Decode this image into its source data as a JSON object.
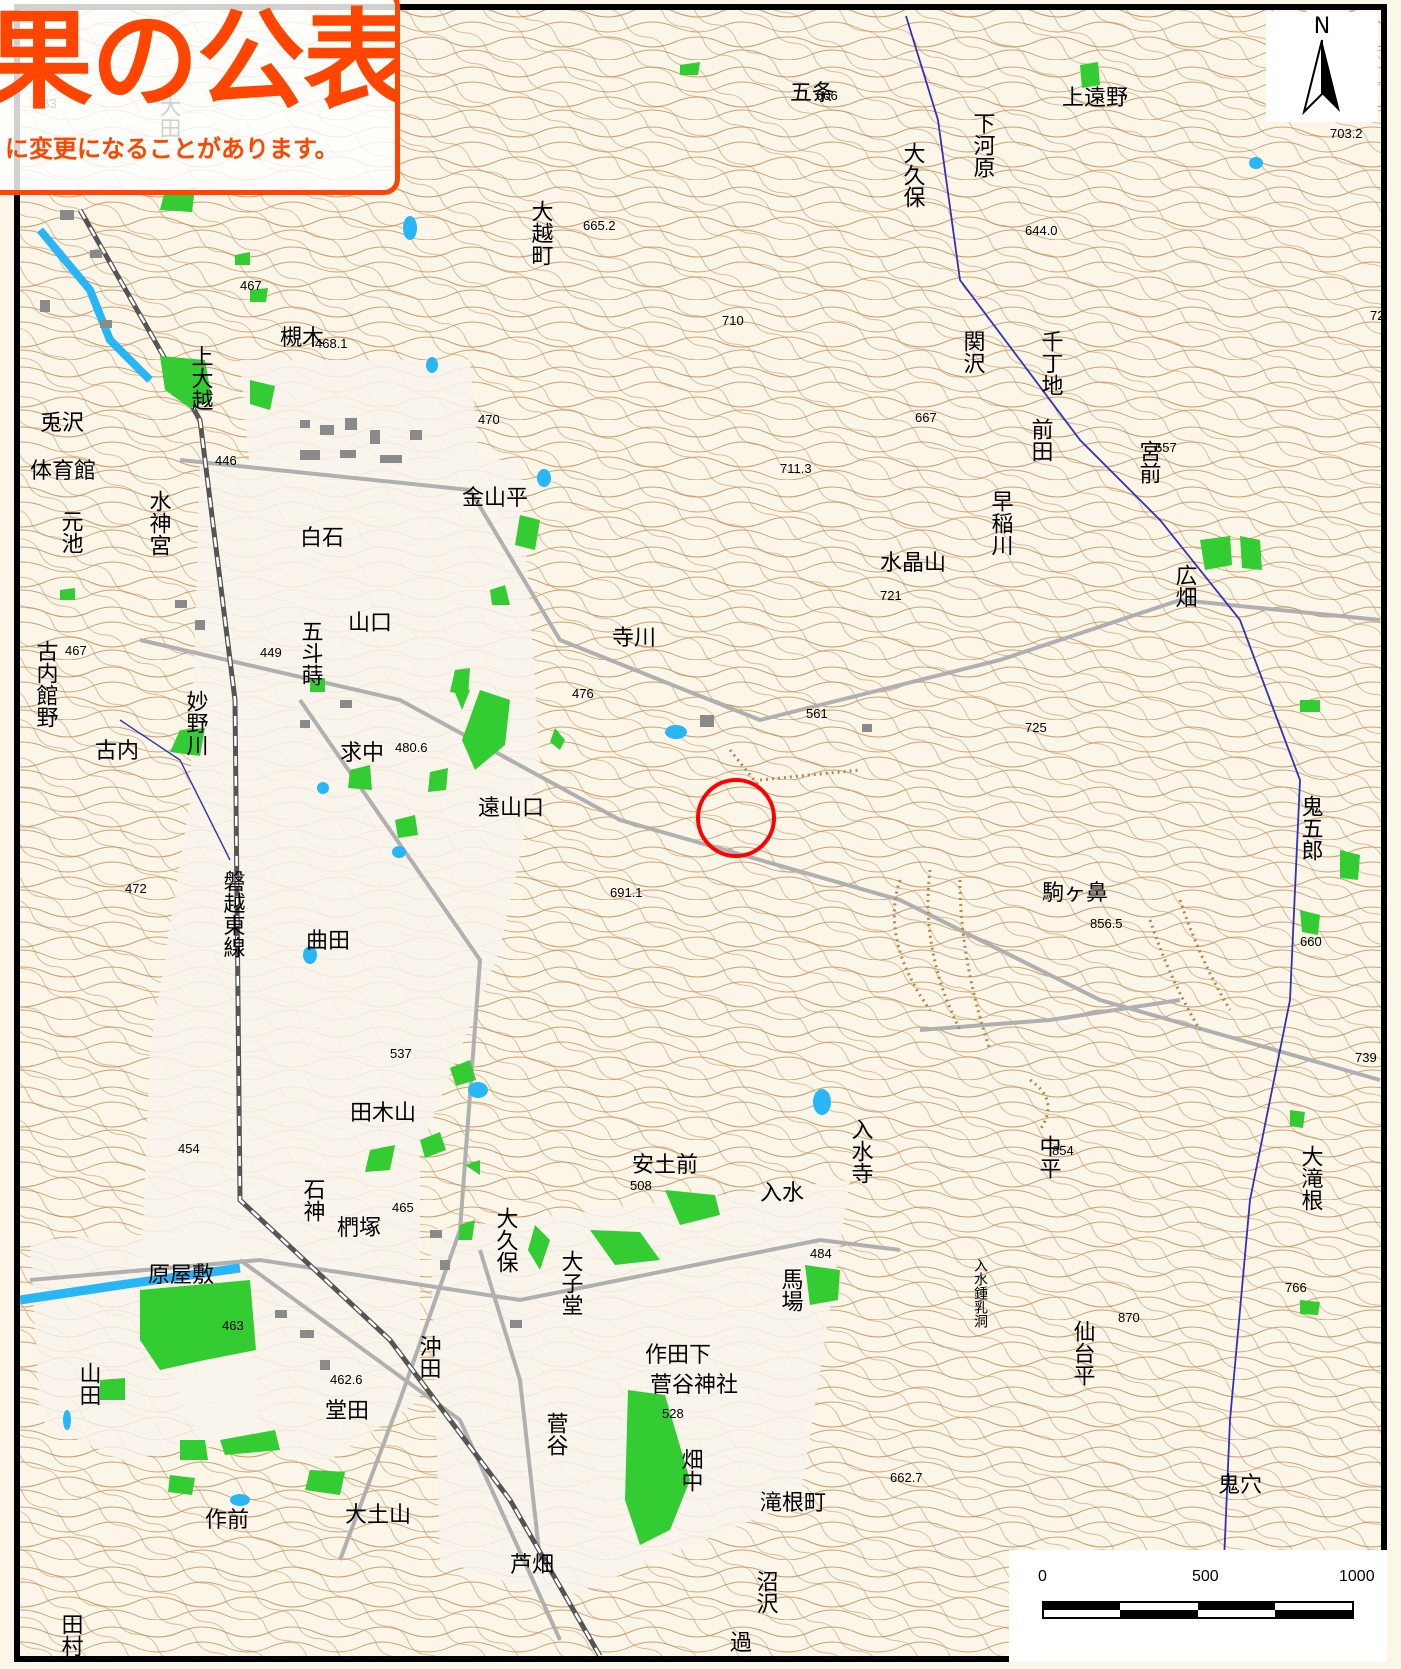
{
  "notice": {
    "headline": "果の公表",
    "subtext": "に変更になることがあります。"
  },
  "north_arrow": {
    "letter": "N"
  },
  "scale_bar": {
    "ticks": [
      "0",
      "500",
      "1000"
    ]
  },
  "colors": {
    "contour": "#c9a072",
    "background": "#fbf6e8",
    "vegetation": "#33cc33",
    "water": "#29b6f6",
    "river": "#3232b8",
    "notice": "#ff4500",
    "marker": "#ff0000",
    "label": "#000000",
    "road": "#b0b0b0"
  },
  "place_labels": [
    {
      "text": "大田",
      "vertical": true
    },
    {
      "text": "五条",
      "vertical": false
    },
    {
      "text": "上遠野",
      "vertical": false
    },
    {
      "text": "下河原",
      "vertical": true
    },
    {
      "text": "大久保",
      "vertical": true
    },
    {
      "text": "大越町",
      "vertical": true
    },
    {
      "text": "槻木",
      "vertical": false
    },
    {
      "text": "上大越",
      "vertical": true
    },
    {
      "text": "関沢",
      "vertical": true
    },
    {
      "text": "千丁地",
      "vertical": true
    },
    {
      "text": "前田",
      "vertical": true
    },
    {
      "text": "宮前",
      "vertical": true
    },
    {
      "text": "体育館",
      "vertical": false
    },
    {
      "text": "元池",
      "vertical": true
    },
    {
      "text": "水神宮",
      "vertical": true
    },
    {
      "text": "金山平",
      "vertical": false
    },
    {
      "text": "白石",
      "vertical": false
    },
    {
      "text": "早稲川",
      "vertical": true
    },
    {
      "text": "水晶山",
      "vertical": false
    },
    {
      "text": "広畑",
      "vertical": true
    },
    {
      "text": "五斗蒔",
      "vertical": true
    },
    {
      "text": "山口",
      "vertical": false
    },
    {
      "text": "古内館野",
      "vertical": true
    },
    {
      "text": "寺川",
      "vertical": false
    },
    {
      "text": "古内",
      "vertical": false
    },
    {
      "text": "妙野川",
      "vertical": true
    },
    {
      "text": "求中",
      "vertical": false
    },
    {
      "text": "遠山口",
      "vertical": false
    },
    {
      "text": "鬼五郎",
      "vertical": true
    },
    {
      "text": "磐越東線",
      "vertical": true
    },
    {
      "text": "駒ヶ鼻",
      "vertical": false
    },
    {
      "text": "曲田",
      "vertical": false
    },
    {
      "text": "田木山",
      "vertical": false
    },
    {
      "text": "中平",
      "vertical": true
    },
    {
      "text": "入水寺",
      "vertical": true
    },
    {
      "text": "安土前",
      "vertical": false
    },
    {
      "text": "石神",
      "vertical": true
    },
    {
      "text": "大滝根",
      "vertical": true
    },
    {
      "text": "入水",
      "vertical": false
    },
    {
      "text": "椚塚",
      "vertical": false
    },
    {
      "text": "大久保",
      "vertical": true
    },
    {
      "text": "大子堂",
      "vertical": true
    },
    {
      "text": "馬場",
      "vertical": true
    },
    {
      "text": "入水鍾乳洞",
      "vertical": true
    },
    {
      "text": "原屋敷",
      "vertical": false
    },
    {
      "text": "仙台平",
      "vertical": true
    },
    {
      "text": "沖田",
      "vertical": true
    },
    {
      "text": "山田",
      "vertical": true
    },
    {
      "text": "作田下",
      "vertical": false
    },
    {
      "text": "菅谷神社",
      "vertical": false
    },
    {
      "text": "堂田",
      "vertical": false
    },
    {
      "text": "菅谷",
      "vertical": true
    },
    {
      "text": "畑中",
      "vertical": true
    },
    {
      "text": "鬼穴",
      "vertical": false
    },
    {
      "text": "滝根町",
      "vertical": false
    },
    {
      "text": "作前",
      "vertical": false
    },
    {
      "text": "大土山",
      "vertical": false
    },
    {
      "text": "芦畑",
      "vertical": false
    },
    {
      "text": "沼沢",
      "vertical": true
    },
    {
      "text": "過",
      "vertical": false
    },
    {
      "text": "田村",
      "vertical": true
    },
    {
      "text": "兎沢",
      "vertical": false
    }
  ],
  "elevation_labels": [
    "606",
    "703.2",
    "665.2",
    "644.0",
    "467",
    "72",
    "710",
    "468.1",
    "470",
    "667",
    "657",
    "446",
    "711.3",
    "721",
    "449",
    "467",
    "476",
    "561",
    "725",
    "480.6",
    "472",
    "691.1",
    "856.5",
    "660",
    "537",
    "739",
    "454",
    "854",
    "508",
    "484",
    "766",
    "465",
    "463",
    "870",
    "462.6",
    "528",
    "662.7",
    "483"
  ]
}
